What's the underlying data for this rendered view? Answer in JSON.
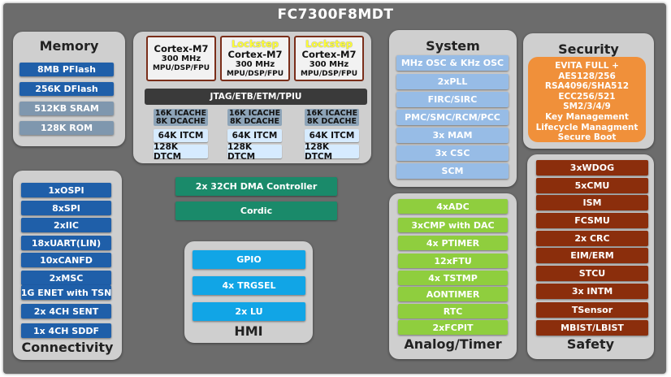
{
  "chip_title": "FC7300F8MDT",
  "memory": {
    "title": "Memory",
    "items": [
      "8MB PFlash",
      "256K  DFlash",
      "512KB SRAM",
      "128K ROM"
    ]
  },
  "core": {
    "cpus": [
      {
        "lockstep": "",
        "name": "Cortex-M7",
        "speed": "300 MHz",
        "features": "MPU/DSP/FPU"
      },
      {
        "lockstep": "Lockstep",
        "name": "Cortex-M7",
        "speed": "300 MHz",
        "features": "MPU/DSP/FPU"
      },
      {
        "lockstep": "Lockstep",
        "name": "Cortex-M7",
        "speed": "300 MHz",
        "features": "MPU/DSP/FPU"
      }
    ],
    "debug": "JTAG/ETB/ETM/TPIU",
    "caches": [
      {
        "icache": "16K ICACHE",
        "dcache": "8K DCACHE",
        "itcm": "64K ITCM",
        "dtcm": "128K DTCM"
      },
      {
        "icache": "16K ICACHE",
        "dcache": "8K DCACHE",
        "itcm": "64K ITCM",
        "dtcm": "128K DTCM"
      },
      {
        "icache": "16K ICACHE",
        "dcache": "8K DCACHE",
        "itcm": "64K ITCM",
        "dtcm": "128K DTCM"
      }
    ]
  },
  "center": {
    "dma": "2x 32CH DMA Controller",
    "cordic": "Cordic"
  },
  "system": {
    "title": "System",
    "items": [
      "MHz OSC & KHz OSC",
      "2xPLL",
      "FIRC/SIRC",
      "PMC/SMC/RCM/PCC",
      "3x MAM",
      "3x CSC",
      "SCM"
    ]
  },
  "security": {
    "title": "Security",
    "lines": [
      "EVITA FULL +",
      "AES128/256",
      "RSA4096/SHA512",
      "ECC256/521",
      "SM2/3/4/9",
      "Key Management",
      "Lifecycle Managment",
      "Secure Boot"
    ]
  },
  "connectivity": {
    "title": "Connectivity",
    "items": [
      "1xOSPI",
      "8xSPI",
      "2xIIC",
      "18xUART(LIN)",
      "10xCANFD",
      "2xMSC",
      "1G ENET with TSN",
      "2x 4CH SENT",
      "1x 4CH SDDF"
    ]
  },
  "hmi": {
    "title": "HMI",
    "items": [
      "GPIO",
      "4x TRGSEL",
      "2x LU"
    ]
  },
  "analog": {
    "title": "Analog/Timer",
    "items": [
      "4xADC",
      "3xCMP with DAC",
      "4x PTIMER",
      "12xFTU",
      "4x TSTMP",
      "AONTIMER",
      "RTC",
      "2xFCPIT"
    ]
  },
  "safety": {
    "title": "Safety",
    "items": [
      "3xWDOG",
      "5xCMU",
      "ISM",
      "FCSMU",
      "2x CRC",
      "EIM/ERM",
      "STCU",
      "3x INTM",
      "TSensor",
      "MBIST/LBIST"
    ]
  }
}
